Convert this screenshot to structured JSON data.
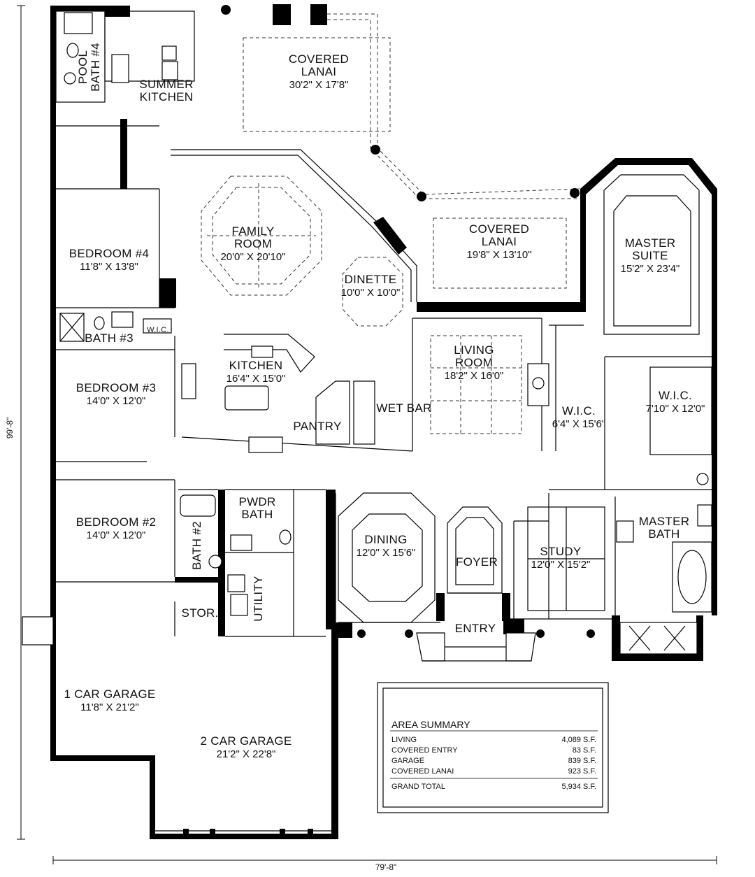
{
  "rooms": {
    "covered_lanai_top": {
      "name": "COVERED\nLANAI",
      "dim": "30'2\" X 17'8\""
    },
    "summer_kitchen": {
      "name": "SUMMER\nKITCHEN",
      "dim": ""
    },
    "pool_bath": {
      "name": "POOL\nBATH #4",
      "dim": ""
    },
    "family_room": {
      "name": "FAMILY\nROOM",
      "dim": "20'0\" X 20'10\""
    },
    "covered_lanai_mid": {
      "name": "COVERED\nLANAI",
      "dim": "19'8\" X 13'10\""
    },
    "master_suite": {
      "name": "MASTER\nSUITE",
      "dim": "15'2\" X 23'4\""
    },
    "dinette": {
      "name": "DINETTE",
      "dim": "10'0\" X 10'0\""
    },
    "bedroom4": {
      "name": "BEDROOM #4",
      "dim": "11'8\" X 13'8\""
    },
    "bath3": {
      "name": "BATH #3",
      "dim": ""
    },
    "wic_small": {
      "name": "W.I.C.",
      "dim": ""
    },
    "kitchen": {
      "name": "KITCHEN",
      "dim": "16'4\" X 15'0\""
    },
    "living_room": {
      "name": "LIVING\nROOM",
      "dim": "18'2\" X 16'0\""
    },
    "wet_bar": {
      "name": "WET BAR",
      "dim": ""
    },
    "pantry": {
      "name": "PANTRY",
      "dim": ""
    },
    "wic_mid": {
      "name": "W.I.C.",
      "dim": "6'4\" X 15'6\""
    },
    "wic_right": {
      "name": "W.I.C.",
      "dim": "7'10\" X 12'0\""
    },
    "bedroom3": {
      "name": "BEDROOM #3",
      "dim": "14'0\" X 12'0\""
    },
    "bedroom2": {
      "name": "BEDROOM #2",
      "dim": "14'0\" X 12'0\""
    },
    "bath2": {
      "name": "BATH #2",
      "dim": ""
    },
    "pwdr_bath": {
      "name": "PWDR\nBATH",
      "dim": ""
    },
    "dining": {
      "name": "DINING",
      "dim": "12'0\" X 15'6\""
    },
    "foyer": {
      "name": "FOYER",
      "dim": ""
    },
    "study": {
      "name": "STUDY",
      "dim": "12'0\" X 15'2\""
    },
    "master_bath": {
      "name": "MASTER\nBATH",
      "dim": ""
    },
    "stor": {
      "name": "STOR.",
      "dim": ""
    },
    "utility": {
      "name": "UTILITY",
      "dim": ""
    },
    "entry": {
      "name": "ENTRY",
      "dim": ""
    },
    "garage1": {
      "name": "1 CAR GARAGE",
      "dim": "11'8\" X 21'2\""
    },
    "garage2": {
      "name": "2 CAR GARAGE",
      "dim": "21'2\" X 22'8\""
    }
  },
  "dimensions": {
    "width": "79'-8\"",
    "depth": "99'-8\""
  },
  "area_summary": {
    "title": "AREA SUMMARY",
    "rows": [
      {
        "label": "LIVING",
        "value": "4,089 S.F."
      },
      {
        "label": "COVERED ENTRY",
        "value": "83 S.F."
      },
      {
        "label": "GARAGE",
        "value": "839 S.F."
      },
      {
        "label": "COVERED LANAI",
        "value": "923 S.F."
      }
    ],
    "total_label": "GRAND TOTAL",
    "total_value": "5,934 S.F."
  }
}
